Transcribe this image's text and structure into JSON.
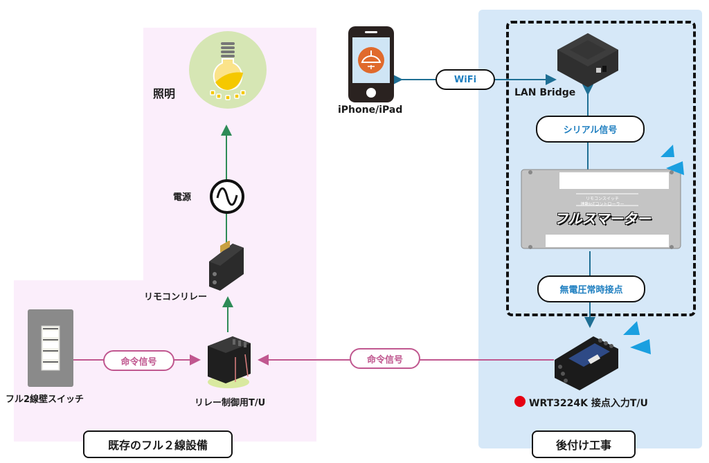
{
  "zones": {
    "existing": {
      "title": "既存のフル２線設備",
      "color": "#fbeefb"
    },
    "retrofit": {
      "title": "後付け工事",
      "color": "#d6e8f8"
    }
  },
  "nodes": {
    "lighting": {
      "label": "照明",
      "icon": "light-bulb-icon"
    },
    "power": {
      "label": "電源",
      "icon": "ac-source-icon"
    },
    "remote_relay": {
      "label": "リモコンリレー",
      "icon": "remote-relay-icon"
    },
    "relay_control_tu": {
      "label": "リレー制御用T/U",
      "icon": "relay-control-unit-icon"
    },
    "wall_switch": {
      "label": "フル2線壁スイッチ",
      "icon": "wall-switch-icon"
    },
    "phone": {
      "label": "iPhone/iPad",
      "icon": "smartphone-icon"
    },
    "lan_bridge": {
      "label": "LAN Bridge",
      "icon": "lan-bridge-icon"
    },
    "full_smarter": {
      "label": "フルスマーター",
      "sublabel_line1": "リモコンスイッチ",
      "sublabel_line2": "連動IoTコントローラー",
      "icon": "controller-device-icon"
    },
    "wrt_unit": {
      "label": "WRT3224K 接点入力T/U",
      "icon": "contact-input-unit-icon",
      "marker_color": "#e60012"
    }
  },
  "signals": {
    "wifi": "WiFi",
    "serial": "シリアル信号",
    "dry_contact": "無電圧常時接点",
    "command_left": "命令信号",
    "command_right": "命令信号"
  },
  "colors": {
    "blue_line": "#1f6f94",
    "green_line": "#2e8b57",
    "pink_line": "#c0578f",
    "wireless_marker": "#1a9fe0"
  }
}
